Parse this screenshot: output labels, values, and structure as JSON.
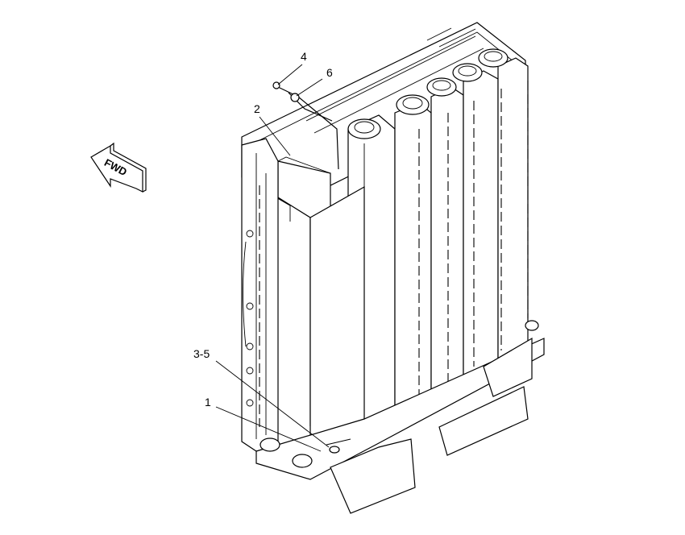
{
  "diagram": {
    "callouts": {
      "c4": "4",
      "c6": "6",
      "c2": "2",
      "c3_5": "3-5",
      "c1": "1"
    },
    "direction_arrow": "FWD"
  }
}
